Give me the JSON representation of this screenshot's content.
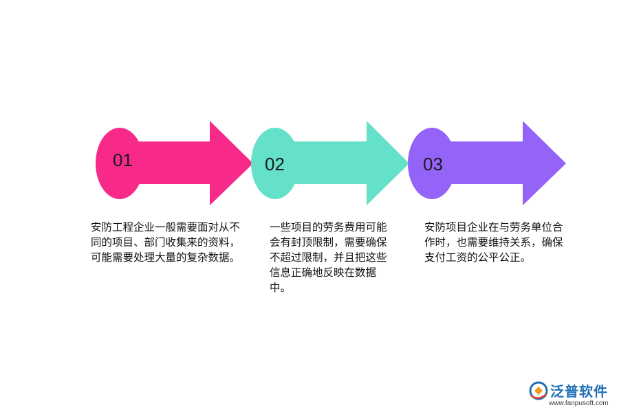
{
  "steps": [
    {
      "number": "01",
      "color": "#f72a8a",
      "text": "安防工程企业一般需要面对从不同的项目、部门收集来的资料，可能需要处理大量的复杂数据。"
    },
    {
      "number": "02",
      "color": "#65e1c9",
      "text": "一些项目的劳务费用可能会有封顶限制，需要确保不超过限制，并且把这些信息正确地反映在数据中。"
    },
    {
      "number": "03",
      "color": "#9463f7",
      "text": "安防项目企业在与劳务单位合作时，也需要维持关系，确保支付工资的公平公正。"
    }
  ],
  "logo": {
    "name": "泛普软件",
    "url": "www.fanpusoft.com",
    "icon": "fanpu-logo-icon"
  }
}
